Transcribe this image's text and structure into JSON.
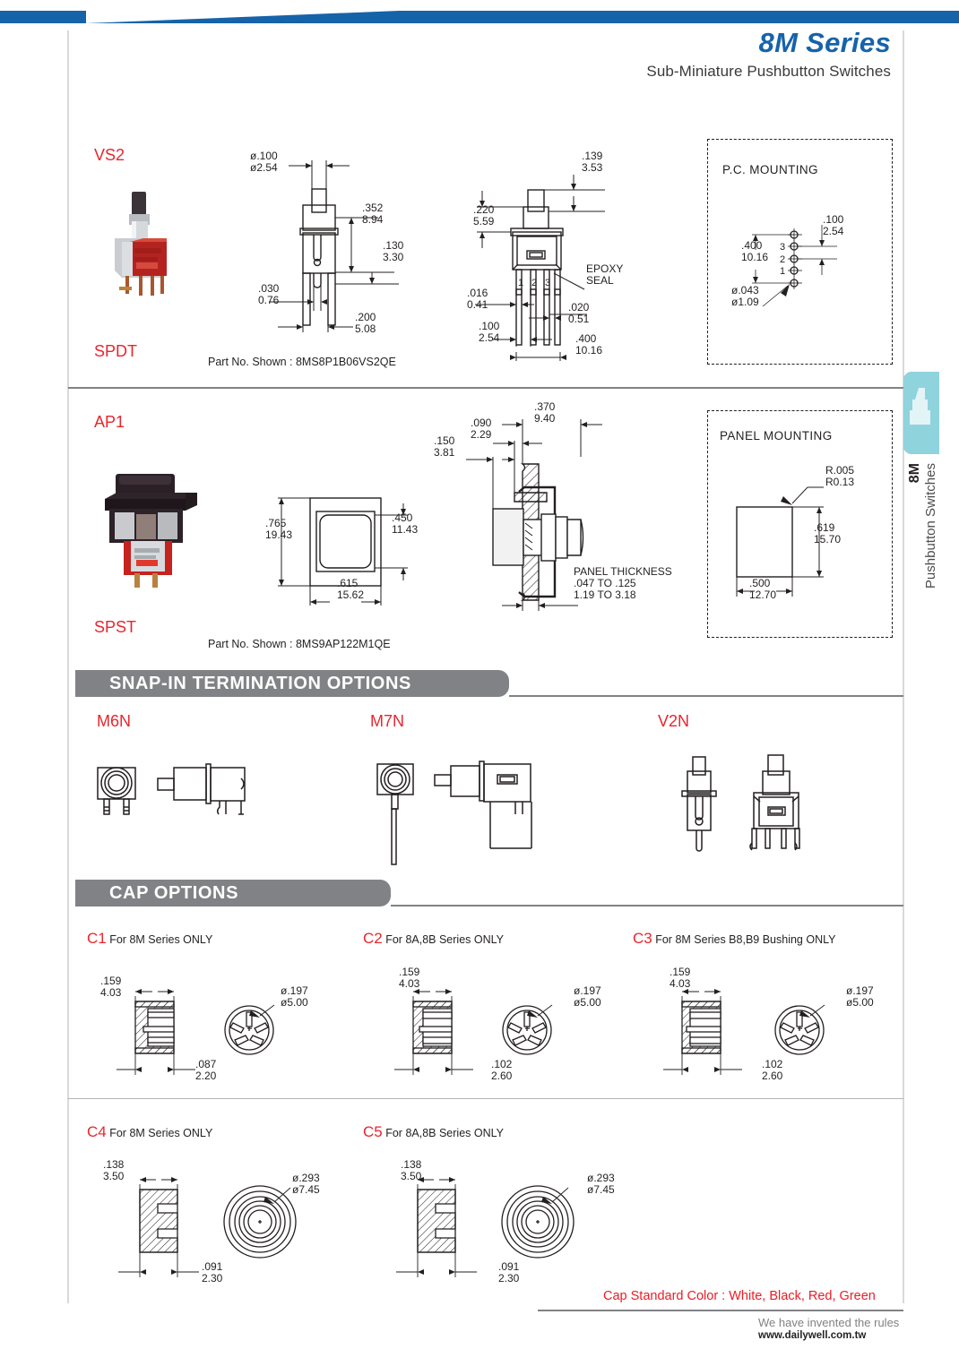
{
  "header": {
    "title": "8M Series",
    "subtitle": "Sub-Miniature Pushbutton Switches",
    "brand_color": "#1663aa"
  },
  "side_tab": {
    "code": "8M",
    "label": "Pushbutton  Switches",
    "color": "#8fd3dd"
  },
  "sections": [
    {
      "code": "VS2",
      "pole": "SPDT",
      "part_no": "Part No. Shown : 8MS8P1B06VS2QE",
      "front_view_dims": [
        {
          "in": "ø.100",
          "mm": "ø2.54"
        },
        {
          "in": ".352",
          "mm": "8.94"
        },
        {
          "in": ".130",
          "mm": "3.30"
        },
        {
          "in": ".030",
          "mm": "0.76"
        },
        {
          "in": ".200",
          "mm": "5.08"
        }
      ],
      "side_view_dims": [
        {
          "in": ".139",
          "mm": "3.53"
        },
        {
          "in": ".220",
          "mm": "5.59"
        },
        {
          "in": ".016",
          "mm": "0.41"
        },
        {
          "in": ".020",
          "mm": "0.51"
        },
        {
          "in": ".100",
          "mm": "2.54"
        },
        {
          "in": ".400",
          "mm": "10.16"
        }
      ],
      "callout": "EPOXY\nSEAL",
      "pin_numbers": [
        "1",
        "2",
        "3"
      ],
      "mount_box": {
        "title": "P.C. MOUNTING",
        "dims": [
          {
            "in": ".100",
            "mm": "2.54"
          },
          {
            "in": ".400",
            "mm": "10.16"
          },
          {
            "in": "ø.043",
            "mm": "ø1.09"
          }
        ],
        "pin_numbers": [
          "3",
          "2",
          "1"
        ]
      }
    },
    {
      "code": "AP1",
      "pole": "SPST",
      "part_no": "Part No. Shown : 8MS9AP122M1QE",
      "front_view_dims": [
        {
          "in": ".765",
          "mm": "19.43"
        },
        {
          "in": ".450",
          "mm": "11.43"
        },
        {
          "in": ".615",
          "mm": "15.62"
        }
      ],
      "side_view_dims": [
        {
          "in": ".370",
          "mm": "9.40"
        },
        {
          "in": ".090",
          "mm": "2.29"
        },
        {
          "in": ".150",
          "mm": "3.81"
        }
      ],
      "panel_thickness": {
        "title": "PANEL THICKNESS",
        "in": ".047 TO .125",
        "mm": "1.19 TO 3.18"
      },
      "mount_box": {
        "title": "PANEL  MOUNTING",
        "dims": [
          {
            "in": "R.005",
            "mm": "R0.13"
          },
          {
            "in": ".619",
            "mm": "15.70"
          },
          {
            "in": ".500",
            "mm": "12.70"
          }
        ]
      }
    }
  ],
  "termination": {
    "banner": "SNAP-IN  TERMINATION  OPTIONS",
    "options": [
      "M6N",
      "M7N",
      "V2N"
    ]
  },
  "caps": {
    "banner": "CAP OPTIONS",
    "row1": [
      {
        "code": "C1",
        "note": "For 8M Series ONLY",
        "width": {
          "in": ".159",
          "mm": "4.03"
        },
        "depth": {
          "in": ".087",
          "mm": "2.20"
        },
        "dia": {
          "in": "ø.197",
          "mm": "ø5.00"
        },
        "face": "spoke"
      },
      {
        "code": "C2",
        "note": "For 8A,8B Series ONLY",
        "width": {
          "in": ".159",
          "mm": "4.03"
        },
        "depth": {
          "in": ".102",
          "mm": "2.60"
        },
        "dia": {
          "in": "ø.197",
          "mm": "ø5.00"
        },
        "face": "spoke"
      },
      {
        "code": "C3",
        "note": "For 8M Series B8,B9 Bushing ONLY",
        "width": {
          "in": ".159",
          "mm": "4.03"
        },
        "depth": {
          "in": ".102",
          "mm": "2.60"
        },
        "dia": {
          "in": "ø.197",
          "mm": "ø5.00"
        },
        "face": "spoke"
      }
    ],
    "row2": [
      {
        "code": "C4",
        "note": "For 8M Series ONLY",
        "width": {
          "in": ".138",
          "mm": "3.50"
        },
        "depth": {
          "in": ".091",
          "mm": "2.30"
        },
        "dia": {
          "in": "ø.293",
          "mm": "ø7.45"
        },
        "face": "rings"
      },
      {
        "code": "C5",
        "note": "For 8A,8B Series ONLY",
        "width": {
          "in": ".138",
          "mm": "3.50"
        },
        "depth": {
          "in": ".091",
          "mm": "2.30"
        },
        "dia": {
          "in": "ø.293",
          "mm": "ø7.45"
        },
        "face": "rings"
      }
    ],
    "standard_color_note": "Cap Standard Color : White, Black, Red, Green"
  },
  "footer": {
    "slogan": "We have invented the rules",
    "url": "www.dailywell.com.tw"
  }
}
